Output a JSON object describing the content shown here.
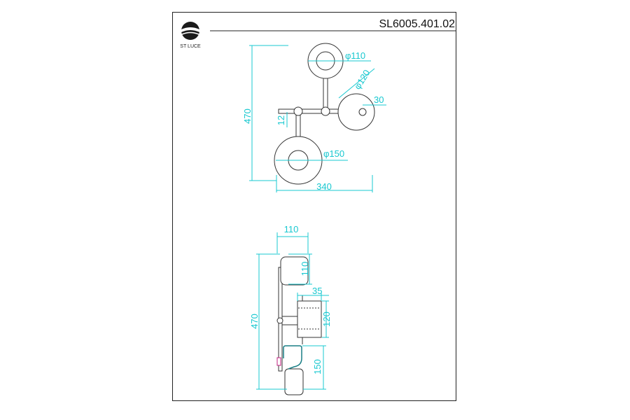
{
  "header": {
    "brand_name": "ST LUCE",
    "model_number": "SL6005.401.02"
  },
  "front_view": {
    "total_height": "470",
    "total_width": "340",
    "arm_thickness": "12",
    "shade_small_diameter": "φ110",
    "shade_medium_diameter": "φ120",
    "shade_medium_depth": "30",
    "shade_large_diameter": "φ150"
  },
  "side_view": {
    "total_height": "470",
    "top_shade_projection": "110",
    "top_shade_height": "110",
    "canopy_depth": "35",
    "canopy_height": "120",
    "bottom_shade_height": "150"
  },
  "colors": {
    "line": "#333333",
    "dimension": "#18c8d0",
    "accent_magenta": "#c02080",
    "accent_teal": "#1a7f86"
  }
}
